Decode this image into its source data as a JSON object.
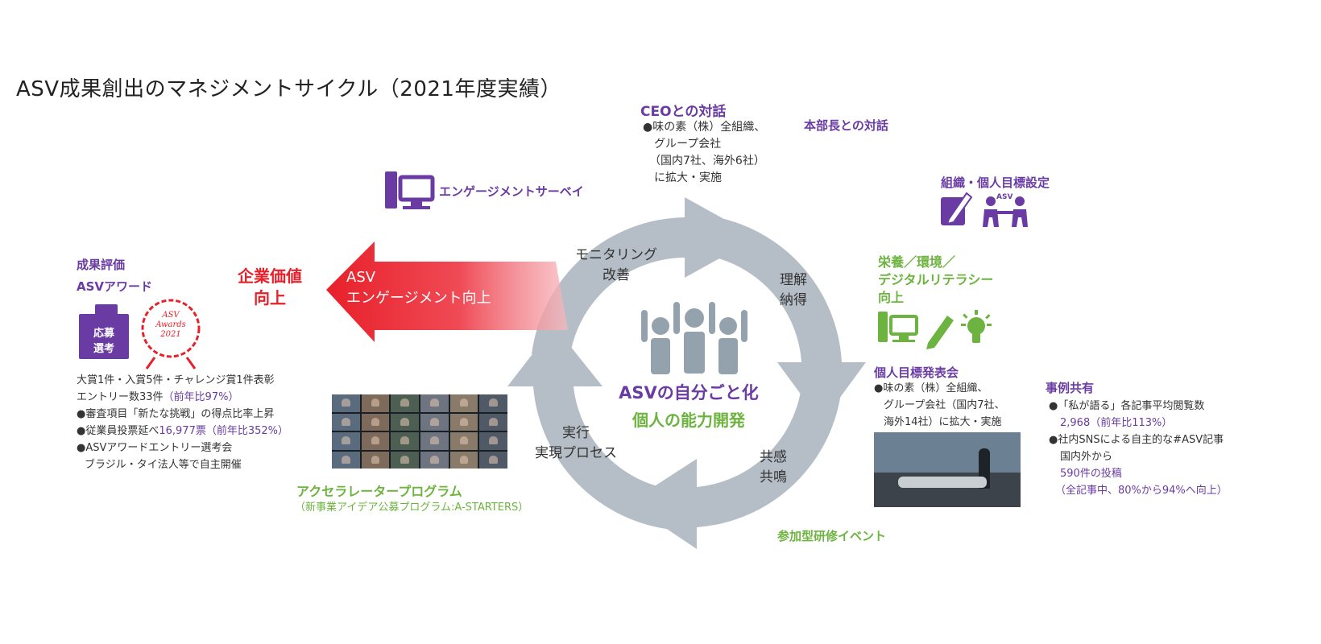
{
  "title": "ASV成果創出のマネジメントサイクル（2021年度実績）",
  "center": {
    "line1": "ASVの自分ごと化",
    "line2": "個人の能力開発"
  },
  "cycle_labels": {
    "top": [
      "モニタリング",
      "改善"
    ],
    "right": [
      "理解",
      "納得"
    ],
    "bottom": [
      "共感",
      "共鳴"
    ],
    "left": [
      "実行",
      "実現プロセス"
    ]
  },
  "red_arrow": {
    "line1": "ASV",
    "line2": "エンゲージメント向上"
  },
  "corporate_value": [
    "企業価値",
    "向上"
  ],
  "award": {
    "label1": "成果評価",
    "label2": "ASVアワード",
    "box_text": [
      "応募",
      "選考"
    ],
    "logo_text": [
      "ASV",
      "Awards",
      "2021"
    ],
    "lines": [
      {
        "text": "大賞1件・入賞5件・チャレンジ賞1件表彰"
      },
      {
        "text": "エントリー数33件",
        "highlight": "（前年比97%）"
      },
      {
        "bullet": "●",
        "text": "審査項目「新たな挑戦」の得点比率上昇"
      },
      {
        "bullet": "●",
        "text": "従業員投票延べ",
        "highlight": "16,977票（前年比352%）"
      },
      {
        "bullet": "●",
        "text": "ASVアワードエントリー選考会"
      },
      {
        "text": "ブラジル・タイ法人等で自主開催"
      }
    ]
  },
  "survey": {
    "label": "エンゲージメントサーベイ"
  },
  "ceo": {
    "label": "CEOとの対話",
    "lines": [
      "●味の素（株）全組織、",
      "グループ会社",
      "（国内7社、海外6社）",
      "に拡大・実施"
    ]
  },
  "division_head": {
    "label": "本部長との対話"
  },
  "goal_setting": {
    "label": "組織・個人目標設定",
    "badge": "ASV"
  },
  "literacy": {
    "lines": [
      "栄養／環境／",
      "デジタルリテラシー",
      "向上"
    ]
  },
  "presentation": {
    "label": "個人目標発表会",
    "lines": [
      "●味の素（株）全組織、",
      "グループ会社（国内7社、",
      "海外14社）に拡大・実施"
    ]
  },
  "case_sharing": {
    "label": "事例共有",
    "lines": [
      {
        "text": "●「私が語る」各記事平均閲覧数"
      },
      {
        "highlight": "2,968（前年比113%）"
      },
      {
        "text": "●社内SNSによる自主的な#ASV記事"
      },
      {
        "text": "国内外から"
      },
      {
        "highlight": "590件の投稿"
      },
      {
        "highlight": "（全記事中、80%から94%へ向上）"
      }
    ]
  },
  "training": {
    "label": "参加型研修イベント"
  },
  "accelerator": {
    "label": "アクセラレータープログラム",
    "sub": "（新事業アイデア公募プログラム:A-STARTERS）"
  },
  "colors": {
    "purple": "#6a3ca3",
    "green": "#6db33f",
    "red": "#e8202a",
    "ring": "#b5bec6",
    "figure": "#93a2ad"
  }
}
